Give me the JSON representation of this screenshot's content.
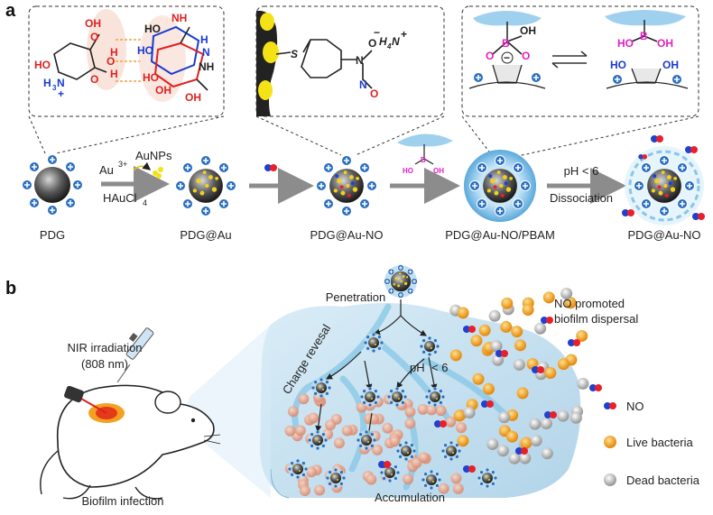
{
  "panel_a": {
    "label": "a",
    "structures": {
      "chitosan": {
        "ho": "HO",
        "nh3": "H",
        "nh3_sub": "3",
        "nh3_n": "N",
        "plus": "+",
        "o1": "O",
        "o2": "O",
        "o3": "O",
        "oh1": "OH",
        "h1": "H",
        "h2": "H"
      },
      "dopamine": {
        "nh": "NH",
        "ho1": "HO",
        "ho2": "HO",
        "ho3": "HO",
        "oh1": "OH",
        "oh2": "OH",
        "h": "H",
        "nh_low": "NH",
        "n": "N"
      },
      "thiol": {
        "s": "S",
        "n": "N",
        "o": "O",
        "minus": "−",
        "nh4": "H",
        "nh4_sub": "4",
        "nh4_n": "N",
        "nh4_plus": "+",
        "no_n": "N",
        "no_o": "O"
      },
      "boronate": {
        "oh": "OH",
        "b": "B",
        "o1": "O",
        "o2": "O",
        "minus": "−",
        "ho": "HO",
        "b2": "B",
        "oh2": "OH",
        "ho3": "HO",
        "oh3": "OH"
      }
    },
    "steps": {
      "au": "Au",
      "au_sup": "3+",
      "aunps": "AuNPs",
      "haucl": "HAuCl",
      "haucl_sub": "4",
      "ph": "pH < 6",
      "dissociation": "Dissociation"
    },
    "labels": [
      "PDG",
      "PDG@Au",
      "PDG@Au-NO",
      "PDG@Au-NO/PBAM",
      "PDG@Au-NO"
    ]
  },
  "panel_b": {
    "label": "b",
    "nir": "NIR irradiation",
    "nir_wl": "(808 nm)",
    "infection": "Biofilm infection",
    "penetration": "Penetration",
    "charge": "Charge revesal",
    "ph": "pH",
    "ph_val": "< 6",
    "accumulation": "Accumulation",
    "dispersal_1": "NO promoted",
    "dispersal_2": "biofilm dispersal",
    "legend": [
      "NO",
      "Live bacteria",
      "Dead bacteria"
    ]
  },
  "colors": {
    "blue_charge": "#2a6fbf",
    "no_red": "#e8202a",
    "no_blue": "#2040d0",
    "live": "#f0a020",
    "dead": "#bdbdbd",
    "shell": "#9fd0ee",
    "arrow": "#8c8c8c",
    "red_chem": "#e02020",
    "blue_chem": "#1a3ad0",
    "magenta": "#e020c0"
  }
}
